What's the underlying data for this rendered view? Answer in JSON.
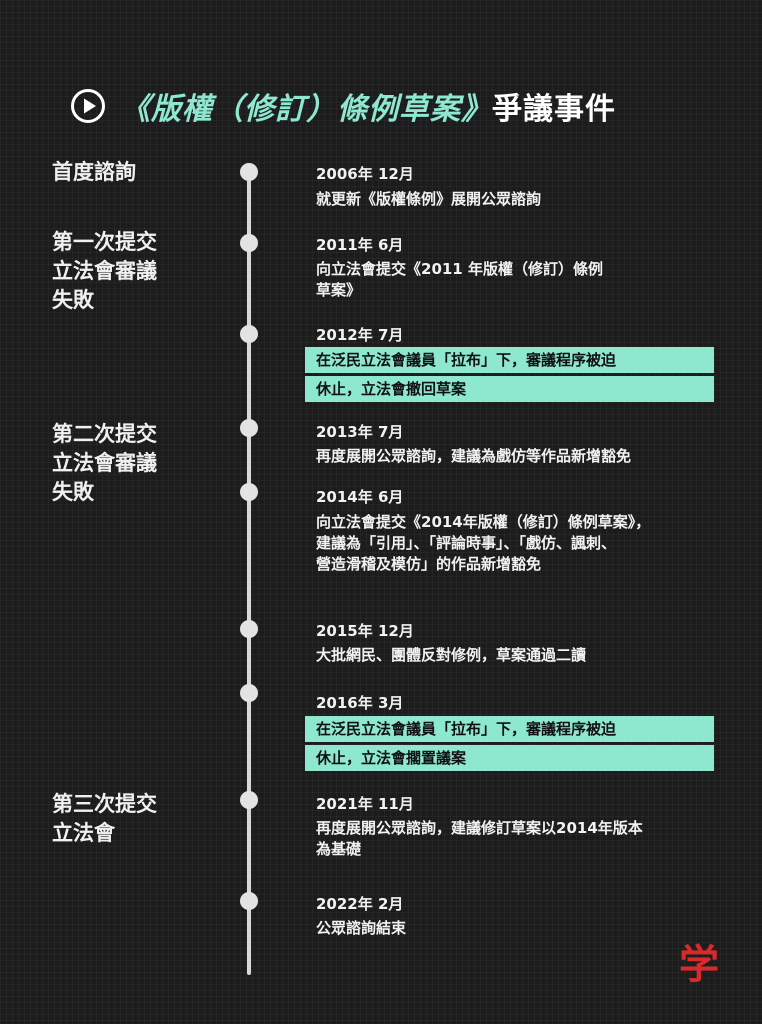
{
  "header": {
    "title_highlight": "《版權（修訂）條例草案》",
    "title_rest": "爭議事件",
    "icon": "play-circle-icon"
  },
  "phases": [
    {
      "lines": [
        "首度諮詢"
      ]
    },
    {
      "lines": [
        "第一次提交",
        "立法會審議",
        "失敗"
      ]
    },
    {
      "lines": [
        "第二次提交",
        "立法會審議",
        "失敗"
      ]
    },
    {
      "lines": [
        "第三次提交",
        "立法會"
      ]
    }
  ],
  "events": [
    {
      "date": "2006年 12月",
      "desc": [
        "就更新《版權條例》展開公眾諮詢"
      ]
    },
    {
      "date": "2011年 6月",
      "desc": [
        "向立法會提交《2011 年版權（修訂）條例",
        "草案》"
      ]
    },
    {
      "date": "2012年 7月",
      "highlight": [
        "在泛民立法會議員「拉布」下，審議程序被迫",
        "休止，立法會撤回草案"
      ]
    },
    {
      "date": "2013年 7月",
      "desc": [
        "再度展開公眾諮詢，建議為戲仿等作品新增豁免"
      ]
    },
    {
      "date": "2014年 6月",
      "desc": [
        "向立法會提交《2014年版權（修訂）條例草案》，",
        "建議為「引用」、「評論時事」、「戲仿、諷刺、",
        "營造滑稽及模仿」的作品新增豁免"
      ]
    },
    {
      "date": "2015年 12月",
      "desc": [
        "大批網民、團體反對修例，草案通過二讀"
      ]
    },
    {
      "date": "2016年 3月",
      "highlight": [
        "在泛民立法會議員「拉布」下，審議程序被迫",
        "休止，立法會擱置議案"
      ]
    },
    {
      "date": "2021年 11月",
      "desc": [
        "再度展開公眾諮詢，建議修訂草案以2014年版本",
        "為基礎"
      ]
    },
    {
      "date": "2022年 2月",
      "desc": [
        "公眾諮詢結束"
      ]
    }
  ],
  "colors": {
    "accent": "#8de8cf",
    "background": "#1c1c1c",
    "timeline": "#d9d9d9",
    "logo": "#d82a2a"
  },
  "logo": {
    "glyph": "学",
    "icon": "brand-logo-icon"
  }
}
